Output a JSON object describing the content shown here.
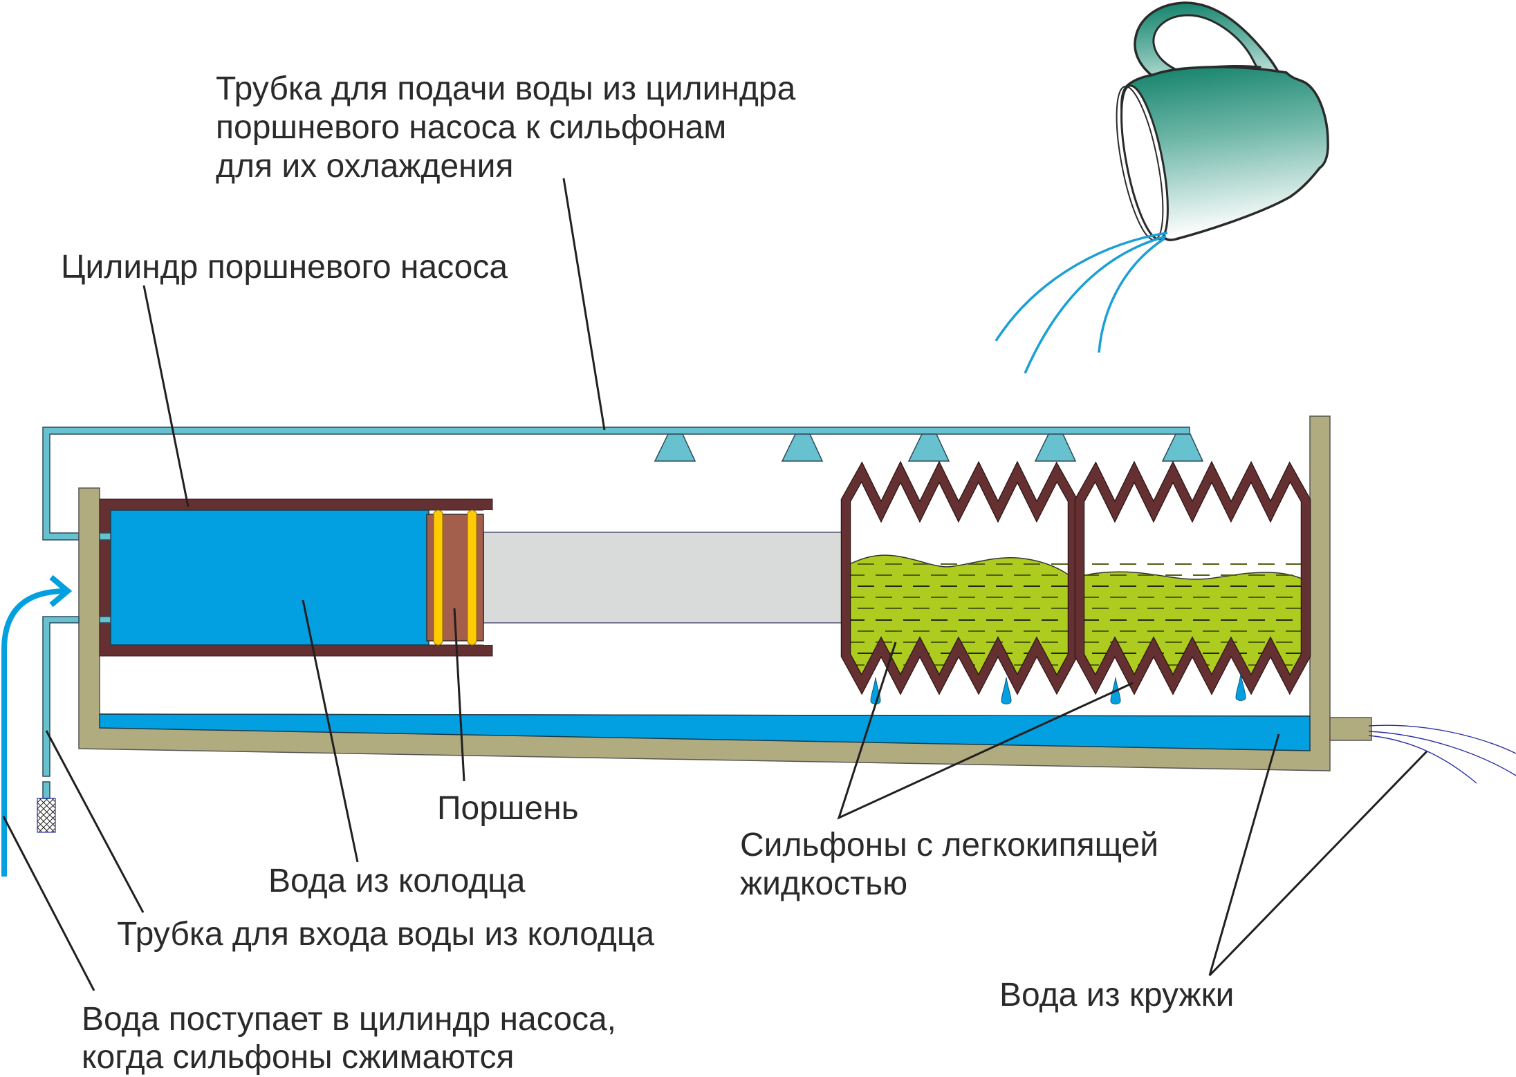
{
  "diagram": {
    "subject": "Pump driven by bellows with low-boiling liquid",
    "labels": {
      "cooling_tube": [
        "Трубка для подачи воды из цилиндра",
        "поршневого насоса к сильфонам",
        "для их охлаждения"
      ],
      "pump_cylinder": "Цилиндр поршневого насоса",
      "piston": "Поршень",
      "well_water": "Вода из колодца",
      "inlet_tube": "Трубка для входа воды из колодца",
      "water_enters": [
        "Вода поступает в цилиндр насоса,",
        "когда сильфоны сжимаются"
      ],
      "bellows": [
        "Сильфоны с легкокипящей",
        "жидкостью"
      ],
      "mug_water": "Вода из кружки"
    },
    "components": [
      {
        "id": "mug",
        "icon": "mug-icon",
        "role": "pours water onto bellows"
      },
      {
        "id": "cooling-pipe",
        "nozzles": 5
      },
      {
        "id": "pump-cylinder",
        "contains": "well water"
      },
      {
        "id": "piston",
        "rings": 2
      },
      {
        "id": "piston-rod"
      },
      {
        "id": "bellows",
        "count": 2,
        "contains": "low-boiling liquid"
      },
      {
        "id": "tray",
        "contains": "water from mug",
        "outlet": true
      },
      {
        "id": "inlet-filter",
        "icon": "mesh-filter-icon"
      }
    ],
    "colors": {
      "pipe": "#67c1cf",
      "tray": "#b1ac80",
      "cylinder_wall": "#653032",
      "water": "#02a0e0",
      "rod": "#d9dbdb",
      "piston": "#a35f4b",
      "piston_rings": "#ffcb05",
      "liquid": "#aecb1f",
      "mug_top": "#0f8068",
      "mug_bottom": "#ffffff",
      "stream": "#1a9fd6",
      "text": "#2a2a2a"
    }
  }
}
